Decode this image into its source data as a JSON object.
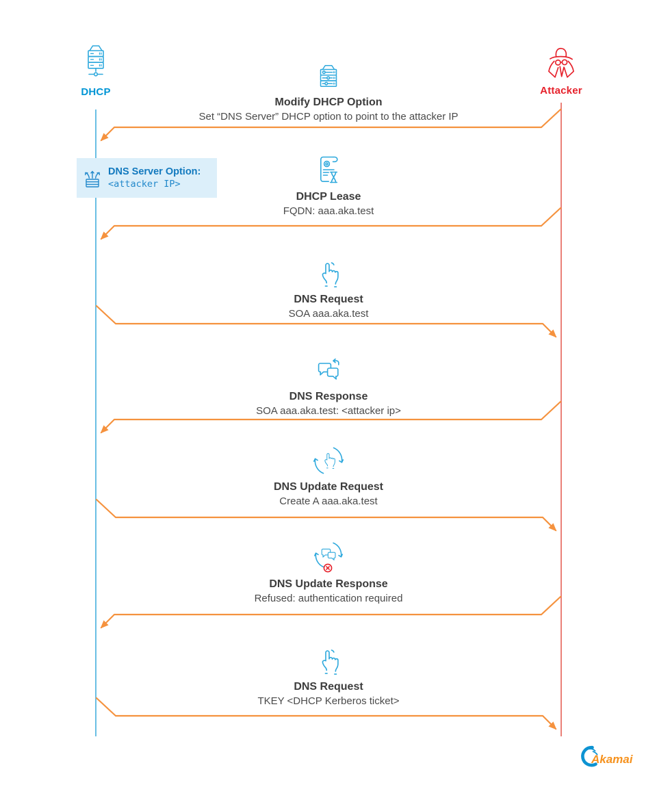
{
  "diagram": {
    "actors": [
      {
        "id": "dhcp",
        "label": "DHCP",
        "icon": "server-icon",
        "color": "#0095D5"
      },
      {
        "id": "attacker",
        "label": "Attacker",
        "icon": "attacker-icon",
        "color": "#E6212B"
      }
    ],
    "messages": [
      {
        "title": "Modify DHCP Option",
        "description": "Set “DNS Server” DHCP option to point to the attacker IP",
        "icon": "settings-server-icon",
        "from": "attacker",
        "to": "dhcp"
      },
      {
        "title": "DHCP Lease",
        "description": "FQDN: aaa.aka.test",
        "icon": "lease-document-icon",
        "from": "attacker",
        "to": "dhcp"
      },
      {
        "title": "DNS Request",
        "description": "SOA aaa.aka.test",
        "icon": "hand-click-icon",
        "from": "dhcp",
        "to": "attacker"
      },
      {
        "title": "DNS Response",
        "description": "SOA aaa.aka.test: <attacker ip>",
        "icon": "chat-response-icon",
        "from": "attacker",
        "to": "dhcp"
      },
      {
        "title": "DNS Update Request",
        "description": "Create A aaa.aka.test",
        "icon": "hand-update-icon",
        "from": "dhcp",
        "to": "attacker"
      },
      {
        "title": "DNS Update Response",
        "description": "Refused: authentication required",
        "icon": "chat-refused-icon",
        "from": "attacker",
        "to": "dhcp"
      },
      {
        "title": "DNS Request",
        "description": "TKEY <DHCP Kerberos ticket>",
        "icon": "hand-click-icon",
        "from": "dhcp",
        "to": "attacker"
      }
    ],
    "note": {
      "title": "DNS Server Option:",
      "value": "<attacker IP>",
      "icon": "dhcp-option-icon"
    },
    "colors": {
      "icon_blue": "#2FA9DD",
      "lifeline_blue": "#44AFDE",
      "lifeline_red": "#E24B3F",
      "arrow_orange": "#F5923E",
      "title_gray": "#3D3D3D",
      "note_bg": "#DCEFFA",
      "note_text": "#1279BE"
    },
    "branding": {
      "logo_text": "Akamai"
    }
  }
}
